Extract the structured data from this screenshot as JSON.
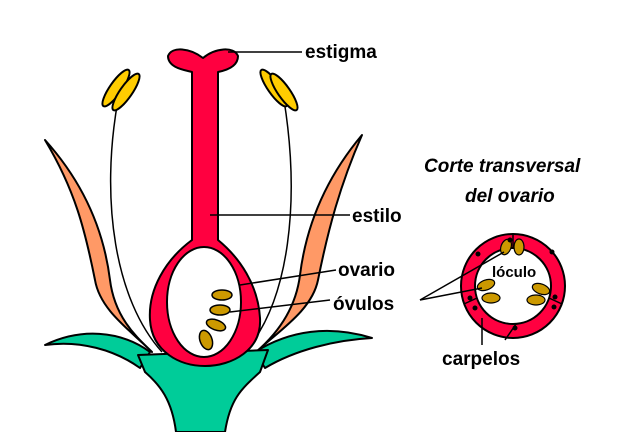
{
  "labels": {
    "stigma": "estigma",
    "style": "estilo",
    "ovary": "ovario",
    "ovules": "óvulos",
    "title_line1": "Corte transversal",
    "title_line2": "del ovario",
    "locule": "lóculo",
    "carpels": "carpelos"
  },
  "colors": {
    "pistil": "#FF0040",
    "receptacle": "#00CC99",
    "petal": "#FF9966",
    "anther": "#FFCC00",
    "ovule": "#CC9900"
  }
}
